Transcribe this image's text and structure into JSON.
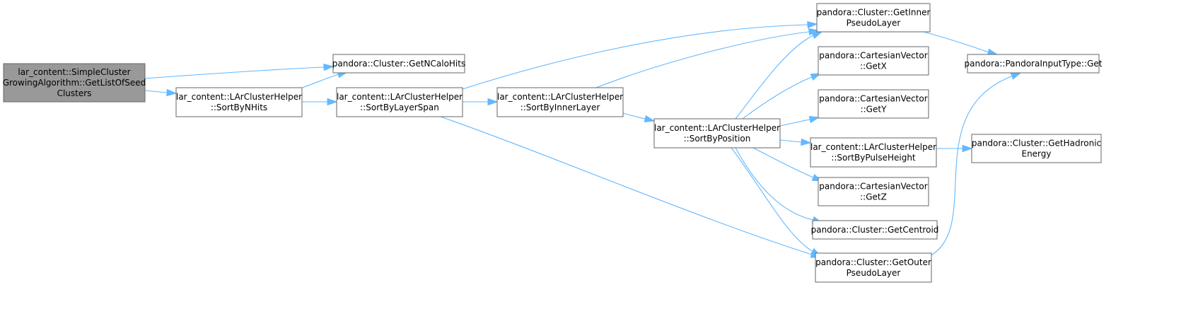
{
  "theme": {
    "node_fill": "#ffffff",
    "root_fill": "#999999",
    "node_border": "#666666",
    "edge_color": "#63b8ff"
  },
  "nodes": [
    {
      "id": "root",
      "lines": [
        "lar_content::SimpleCluster",
        "GrowingAlgorithm::GetListOfSeed",
        "Clusters"
      ],
      "root": true
    },
    {
      "id": "getncalohits",
      "lines": [
        "pandora::Cluster::GetNCaloHits"
      ]
    },
    {
      "id": "sortbynhits",
      "lines": [
        "lar_content::LArClusterHelper",
        "::SortByNHits"
      ]
    },
    {
      "id": "sortbylayerspan",
      "lines": [
        "lar_content::LArClusterHelper",
        "::SortByLayerSpan"
      ]
    },
    {
      "id": "sortbyinnerlayer",
      "lines": [
        "lar_content::LArClusterHelper",
        "::SortByInnerLayer"
      ]
    },
    {
      "id": "getinnerpseudolayer",
      "lines": [
        "pandora::Cluster::GetInner",
        "PseudoLayer"
      ]
    },
    {
      "id": "sortbyposition",
      "lines": [
        "lar_content::LArClusterHelper",
        "::SortByPosition"
      ]
    },
    {
      "id": "getx",
      "lines": [
        "pandora::CartesianVector",
        "::GetX"
      ]
    },
    {
      "id": "gety",
      "lines": [
        "pandora::CartesianVector",
        "::GetY"
      ]
    },
    {
      "id": "sortbypulseheight",
      "lines": [
        "lar_content::LArClusterHelper",
        "::SortByPulseHeight"
      ]
    },
    {
      "id": "getz",
      "lines": [
        "pandora::CartesianVector",
        "::GetZ"
      ]
    },
    {
      "id": "getcentroid",
      "lines": [
        "pandora::Cluster::GetCentroid"
      ]
    },
    {
      "id": "getouterpseudolayer",
      "lines": [
        "pandora::Cluster::GetOuter",
        "PseudoLayer"
      ]
    },
    {
      "id": "pandorainputtypeget",
      "lines": [
        "pandora::PandoraInputType::Get"
      ]
    },
    {
      "id": "gethadronicenergy",
      "lines": [
        "pandora::Cluster::GetHadronic",
        "Energy"
      ]
    }
  ],
  "edges": [
    [
      "root",
      "getncalohits"
    ],
    [
      "root",
      "sortbynhits"
    ],
    [
      "sortbynhits",
      "getncalohits"
    ],
    [
      "sortbynhits",
      "sortbylayerspan"
    ],
    [
      "sortbylayerspan",
      "getinnerpseudolayer"
    ],
    [
      "sortbylayerspan",
      "sortbyinnerlayer"
    ],
    [
      "sortbylayerspan",
      "getouterpseudolayer"
    ],
    [
      "sortbyinnerlayer",
      "getinnerpseudolayer"
    ],
    [
      "sortbyinnerlayer",
      "sortbyposition"
    ],
    [
      "sortbyposition",
      "getinnerpseudolayer"
    ],
    [
      "sortbyposition",
      "getx"
    ],
    [
      "sortbyposition",
      "gety"
    ],
    [
      "sortbyposition",
      "sortbypulseheight"
    ],
    [
      "sortbyposition",
      "getz"
    ],
    [
      "sortbyposition",
      "getcentroid"
    ],
    [
      "sortbyposition",
      "getouterpseudolayer"
    ],
    [
      "getinnerpseudolayer",
      "pandorainputtypeget"
    ],
    [
      "getouterpseudolayer",
      "pandorainputtypeget"
    ],
    [
      "sortbypulseheight",
      "gethadronicenergy"
    ]
  ]
}
